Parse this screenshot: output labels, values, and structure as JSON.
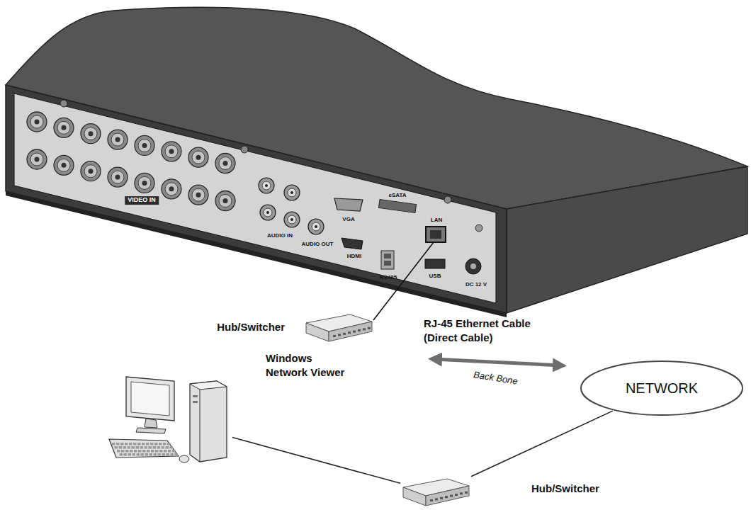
{
  "diagram": {
    "nodes": [
      {
        "text": [
          "Hub/Switcher"
        ]
      },
      {
        "text": [
          "NETWORK"
        ]
      },
      {
        "text": [
          "Windows Network Viewer"
        ]
      },
      {
        "text": [
          "Hub/Switcher"
        ]
      }
    ],
    "edges": [
      {
        "from": 2,
        "to": 3,
        "arrow": "none"
      },
      {
        "from": 3,
        "to": 1,
        "arrow": "none"
      }
    ],
    "labels": [
      "VIDEO IN",
      "AUDIO IN",
      "AUDIO OUT",
      "VGA",
      "eSATA",
      "HDMI",
      "RS485",
      "LAN",
      "USB",
      "DC 12 V",
      "RJ-45 Ethernet Cable (Direct Cable)",
      "Back Bone"
    ]
  }
}
